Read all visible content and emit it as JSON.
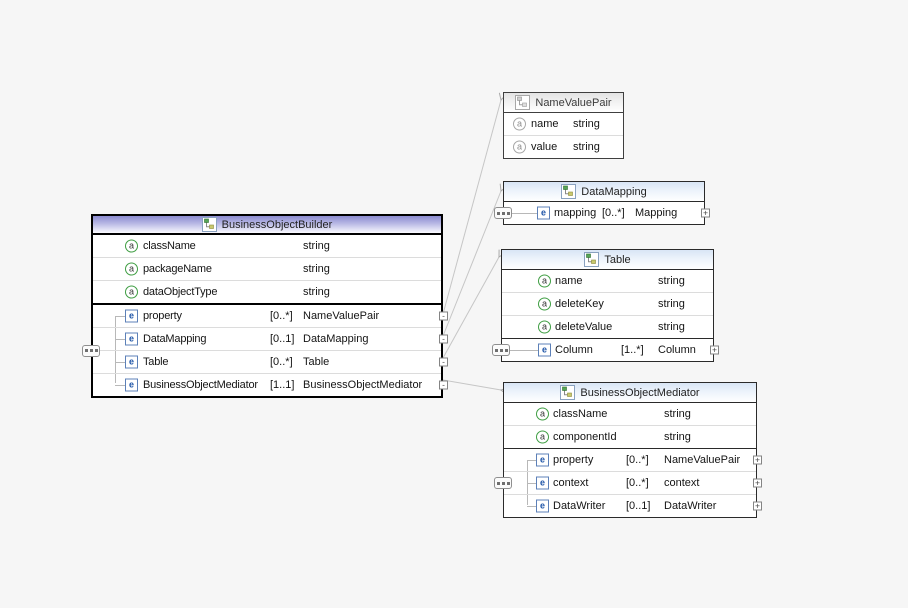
{
  "glyphs": {
    "attribute": "a",
    "element": "e",
    "minus": "-",
    "plus": "+"
  },
  "colors": {
    "canvas_bg": "#f6f6f6",
    "selected_header_top": "#8c8cd1",
    "header_top": "#d9e5f5",
    "readonly_header_top": "#e3e3e3",
    "connector": "#c6c6c6",
    "attribute_icon_ring": "#3f9e43",
    "element_icon_blue": "#1f55a8"
  },
  "boxes": {
    "builder": {
      "title": "BusinessObjectBuilder",
      "attributes": [
        {
          "name": "className",
          "type": "string"
        },
        {
          "name": "packageName",
          "type": "string"
        },
        {
          "name": "dataObjectType",
          "type": "string"
        }
      ],
      "elements": [
        {
          "name": "property",
          "card": "[0..*]",
          "type": "NameValuePair"
        },
        {
          "name": "DataMapping",
          "card": "[0..1]",
          "type": "DataMapping"
        },
        {
          "name": "Table",
          "card": "[0..*]",
          "type": "Table"
        },
        {
          "name": "BusinessObjectMediator",
          "card": "[1..1]",
          "type": "BusinessObjectMediator"
        }
      ]
    },
    "nameValuePair": {
      "title": "NameValuePair",
      "attributes": [
        {
          "name": "name",
          "type": "string"
        },
        {
          "name": "value",
          "type": "string"
        }
      ]
    },
    "dataMapping": {
      "title": "DataMapping",
      "elements": [
        {
          "name": "mapping",
          "card": "[0..*]",
          "type": "Mapping"
        }
      ]
    },
    "table": {
      "title": "Table",
      "attributes": [
        {
          "name": "name",
          "type": "string"
        },
        {
          "name": "deleteKey",
          "type": "string"
        },
        {
          "name": "deleteValue",
          "type": "string"
        }
      ],
      "elements": [
        {
          "name": "Column",
          "card": "[1..*]",
          "type": "Column"
        }
      ]
    },
    "mediator": {
      "title": "BusinessObjectMediator",
      "attributes": [
        {
          "name": "className",
          "type": "string"
        },
        {
          "name": "componentId",
          "type": "string"
        }
      ],
      "elements": [
        {
          "name": "property",
          "card": "[0..*]",
          "type": "NameValuePair"
        },
        {
          "name": "context",
          "card": "[0..*]",
          "type": "context"
        },
        {
          "name": "DataWriter",
          "card": "[0..1]",
          "type": "DataWriter"
        }
      ]
    }
  }
}
